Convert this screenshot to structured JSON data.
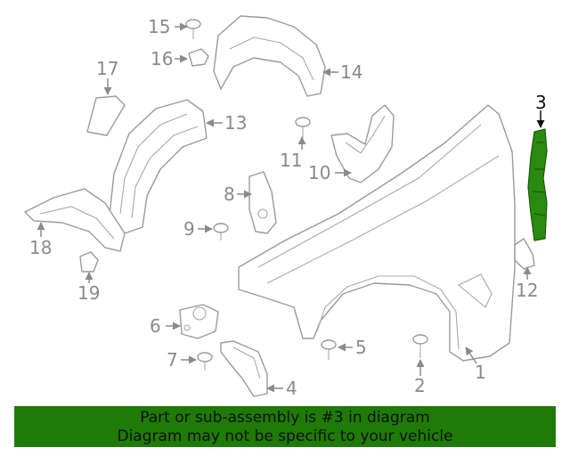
{
  "diagram": {
    "highlight_color": "#2a8a10",
    "callouts": [
      {
        "id": "1",
        "label": "1"
      },
      {
        "id": "2",
        "label": "2"
      },
      {
        "id": "3",
        "label": "3",
        "highlighted": true
      },
      {
        "id": "4",
        "label": "4"
      },
      {
        "id": "5",
        "label": "5"
      },
      {
        "id": "6",
        "label": "6"
      },
      {
        "id": "7",
        "label": "7"
      },
      {
        "id": "8",
        "label": "8"
      },
      {
        "id": "9",
        "label": "9"
      },
      {
        "id": "10",
        "label": "10"
      },
      {
        "id": "11",
        "label": "11"
      },
      {
        "id": "12",
        "label": "12"
      },
      {
        "id": "13",
        "label": "13"
      },
      {
        "id": "14",
        "label": "14"
      },
      {
        "id": "15",
        "label": "15"
      },
      {
        "id": "16",
        "label": "16"
      },
      {
        "id": "17",
        "label": "17"
      },
      {
        "id": "18",
        "label": "18"
      },
      {
        "id": "19",
        "label": "19"
      }
    ]
  },
  "banner": {
    "line1": "Part or sub-assembly is #3 in diagram",
    "line2": "Diagram may not be specific to your vehicle",
    "background": "#1f7a07"
  }
}
